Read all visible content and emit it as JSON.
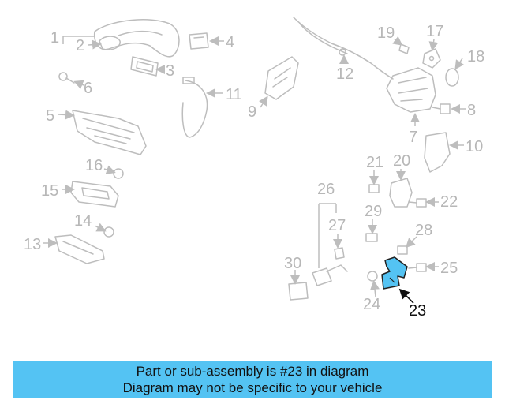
{
  "highlight_color": "#54c3f3",
  "callouts": [
    "1",
    "2",
    "3",
    "4",
    "5",
    "6",
    "7",
    "8",
    "9",
    "10",
    "11",
    "12",
    "13",
    "14",
    "15",
    "16",
    "17",
    "18",
    "19",
    "20",
    "21",
    "22",
    "23",
    "24",
    "25",
    "26",
    "27",
    "28",
    "29",
    "30"
  ],
  "highlighted_part": "23",
  "banner": {
    "line1": "Part or sub-assembly is #23 in diagram",
    "line2": "Diagram may not be specific to your vehicle"
  }
}
